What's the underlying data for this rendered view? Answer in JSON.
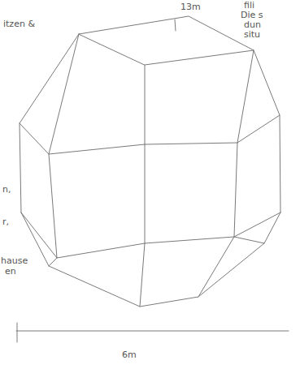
{
  "diagram": {
    "labels": [
      "13m",
      "6m",
      "itzen &",
      "fili",
      "Die s",
      "dun",
      "situ",
      "n,",
      "r,",
      "hause",
      "en"
    ]
  }
}
